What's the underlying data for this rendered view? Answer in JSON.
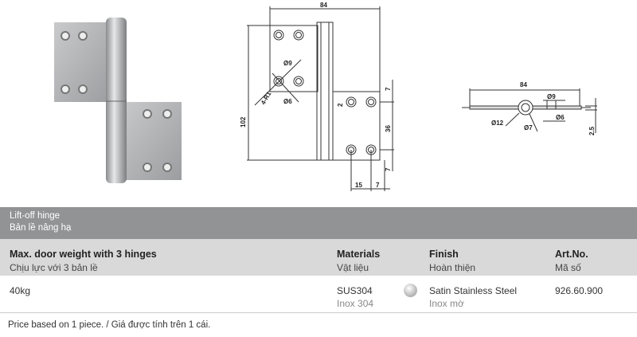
{
  "drawing": {
    "width": "84",
    "height": "102",
    "hole_outer": "Ø9",
    "hole_inner": "Ø6",
    "radius": "4-R1",
    "gap": "2",
    "top_offset": "7",
    "hole_spacing": "36",
    "bottom_offset": "7",
    "hole_x": "15",
    "edge_x": "7"
  },
  "side_view": {
    "width": "84",
    "knuckle": "Ø12",
    "pin": "Ø7",
    "hole_outer": "Ø9",
    "hole_inner": "Ø6",
    "thickness": "2.5"
  },
  "product": {
    "name_en": "Lift-off hinge",
    "name_vi": "Bản lề nâng hạ"
  },
  "columns": {
    "weight": {
      "en": "Max. door weight with 3 hinges",
      "vi": "Chịu lực với 3 bản lề"
    },
    "materials": {
      "en": "Materials",
      "vi": "Vật liệu"
    },
    "finish": {
      "en": "Finish",
      "vi": "Hoàn thiện"
    },
    "art": {
      "en": "Art.No.",
      "vi": "Mã số"
    }
  },
  "row": {
    "weight": "40kg",
    "material_en": "SUS304",
    "material_vi": "Inox 304",
    "finish_en": "Satin Stainless Steel",
    "finish_vi": "Inox mờ",
    "art_no": "926.60.900"
  },
  "footnote": "Price based on 1 piece. / Giá được tính trên 1 cái."
}
